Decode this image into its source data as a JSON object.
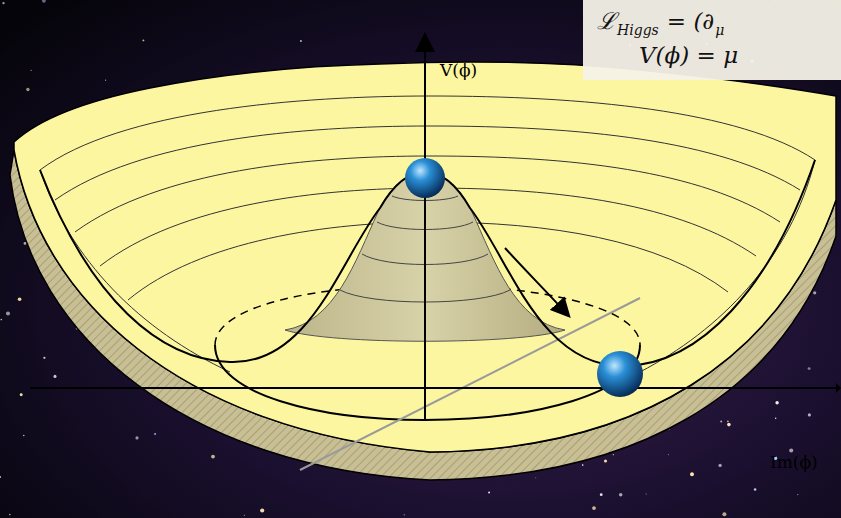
{
  "diagram": {
    "labels": [
      "ℒ",
      "Higgs",
      "= (∂",
      "μ",
      "V(ϕ) = μ",
      "V(ϕ)",
      "Im(ϕ)"
    ]
  }
}
